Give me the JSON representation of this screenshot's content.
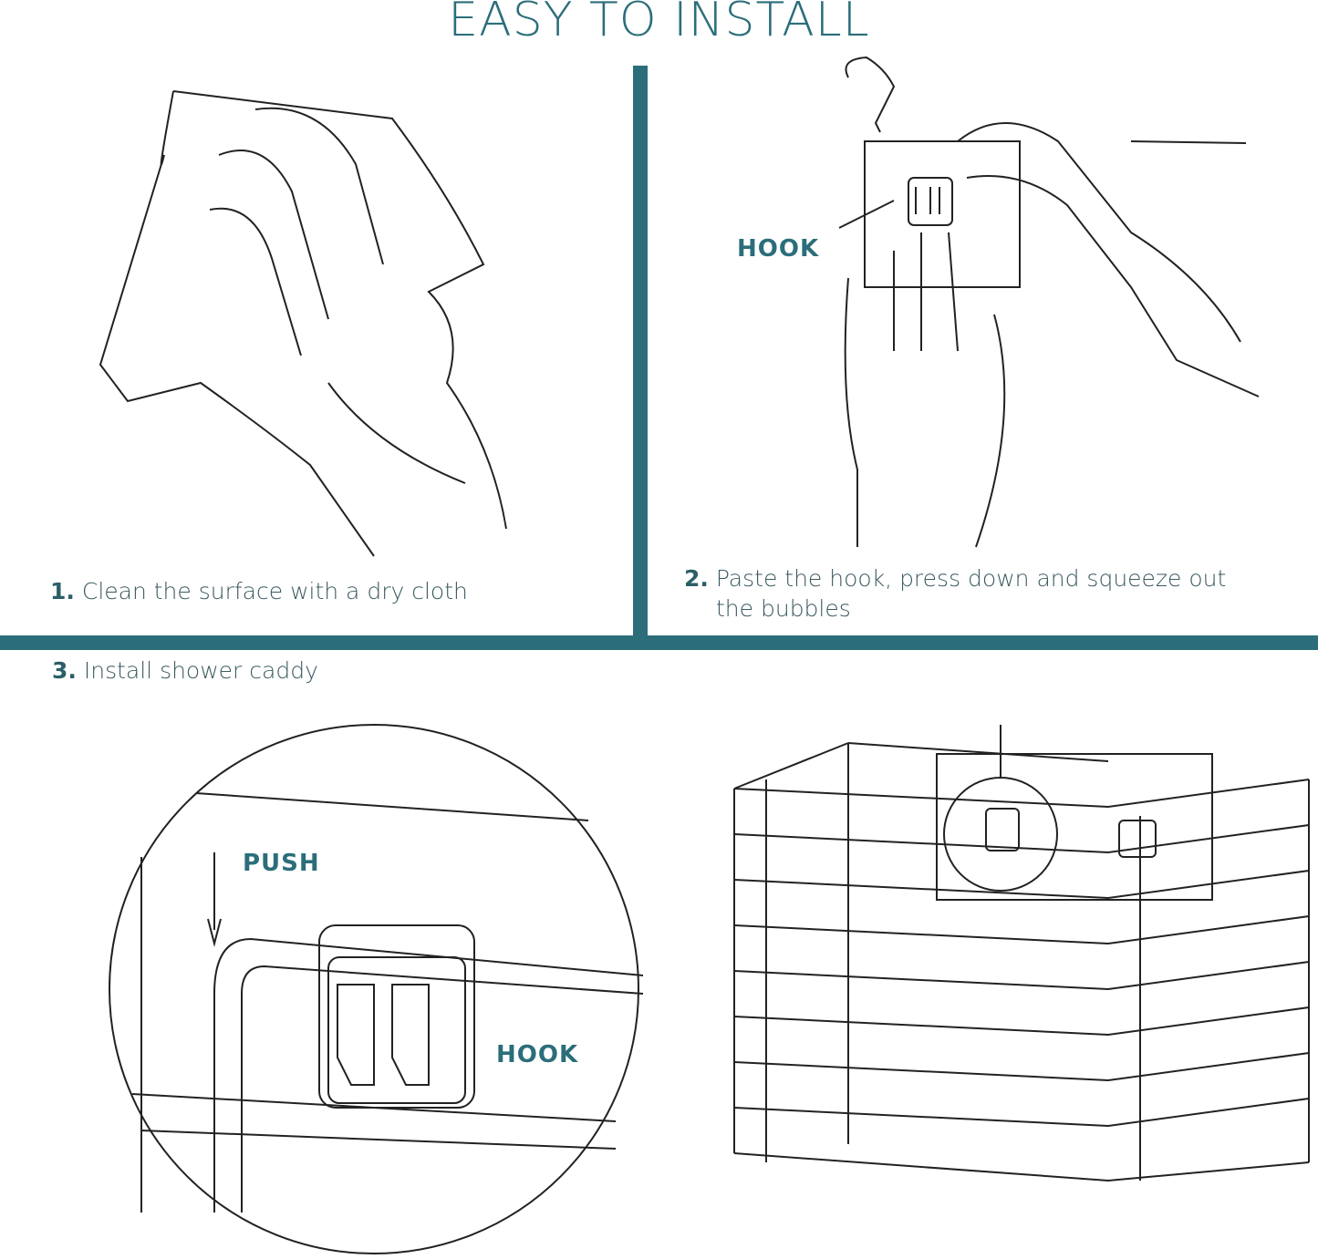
{
  "title": "EASY TO INSTALL",
  "steps": [
    {
      "num": "1.",
      "text": "Clean the surface with a dry cloth"
    },
    {
      "num": "2.",
      "text": "Paste the hook, press down and squeeze out",
      "text2": "the bubbles"
    },
    {
      "num": "3.",
      "text": "Install shower caddy"
    }
  ],
  "labels": {
    "hook_top": "HOOK",
    "push": "PUSH",
    "hook_bottom": "HOOK"
  },
  "colors": {
    "accent": "#2b6e7a"
  }
}
